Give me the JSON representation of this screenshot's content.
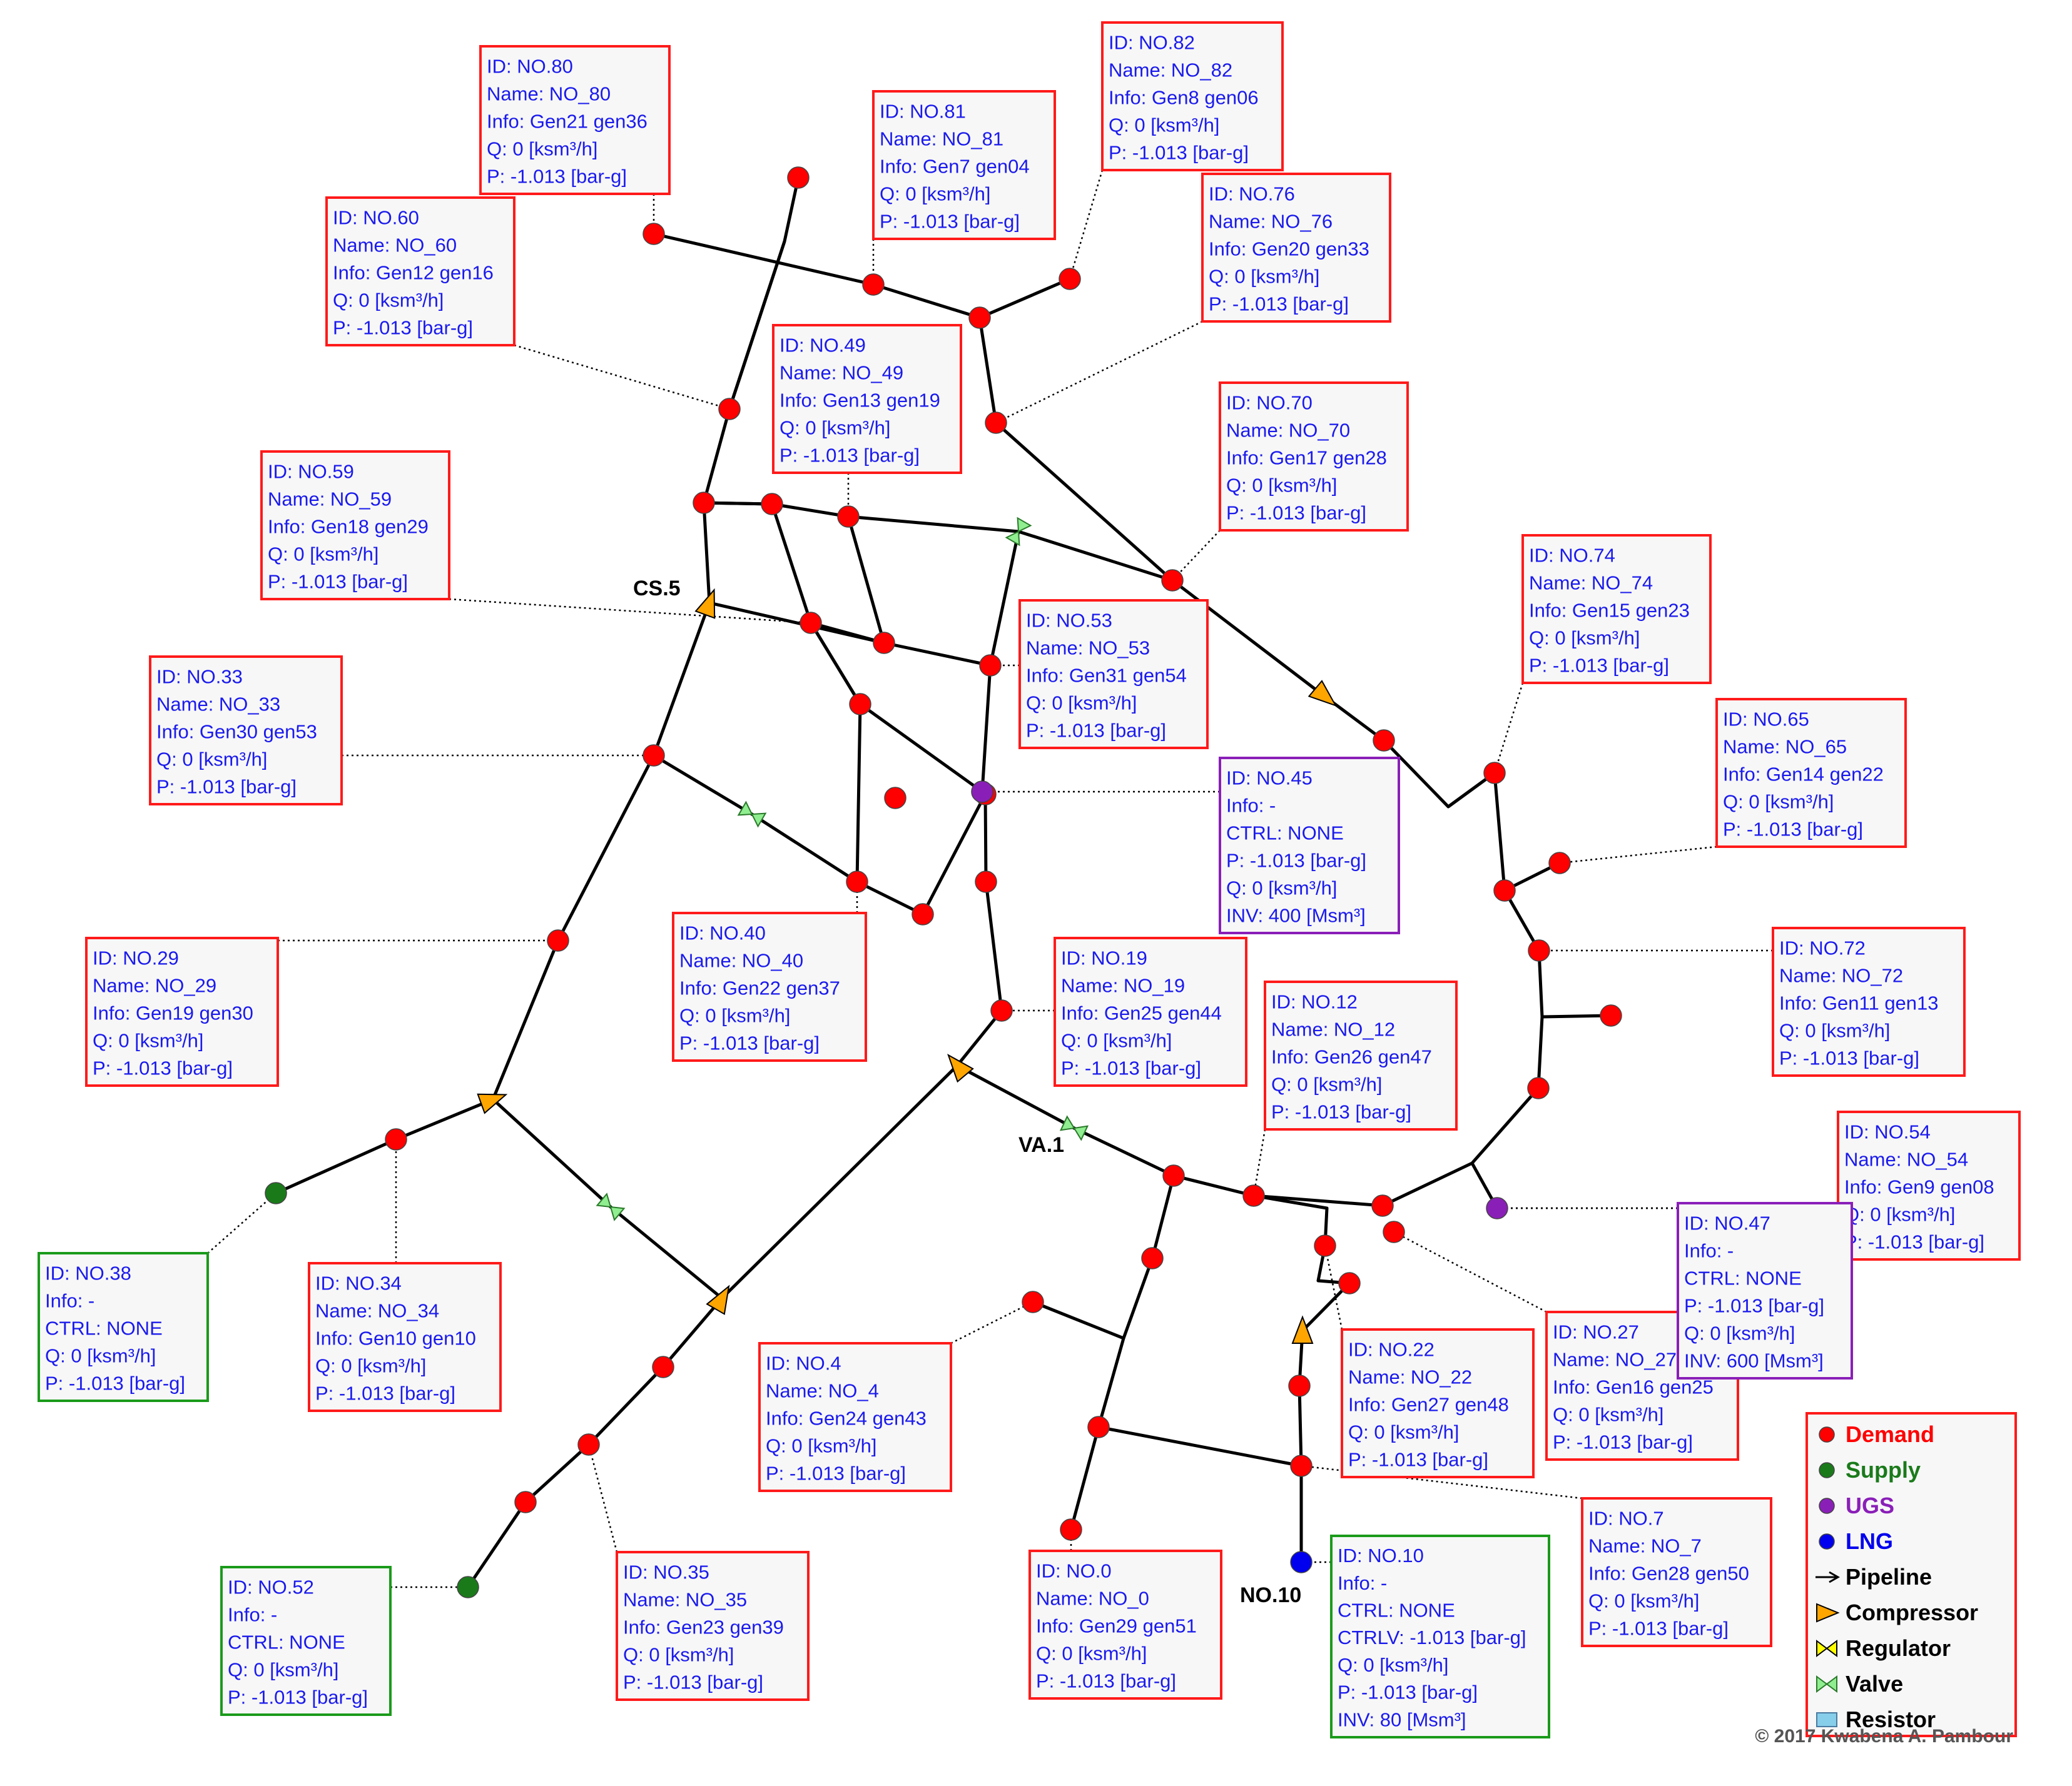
{
  "colors": {
    "demand": "#ff0000",
    "supply": "#1a7a1a",
    "ugs": "#8a1fb8",
    "lng": "#0000ee",
    "pipeline": "#000000",
    "compressor": "#ffa500",
    "regulator": "#ffff00",
    "valve": "#90ee90",
    "resistor": "#87ceeb",
    "label_text": "#1a1aee",
    "label_bg": "#f7f7f7"
  },
  "node_labels": [
    {
      "id": "cs5",
      "text": "CS.5"
    },
    {
      "id": "va1",
      "text": "VA.1"
    },
    {
      "id": "no10",
      "text": "NO.10"
    }
  ],
  "info_boxes": [
    {
      "id": "b80",
      "kind": "demand",
      "lines": [
        "ID: NO.80",
        "Name: NO_80",
        "Info: Gen21 gen36",
        "Q: 0 [ksm³/h]",
        "P: -1.013 [bar-g]"
      ]
    },
    {
      "id": "b81",
      "kind": "demand",
      "lines": [
        "ID: NO.81",
        "Name: NO_81",
        "Info: Gen7 gen04",
        "Q: 0 [ksm³/h]",
        "P: -1.013 [bar-g]"
      ]
    },
    {
      "id": "b82",
      "kind": "demand",
      "lines": [
        "ID: NO.82",
        "Name: NO_82",
        "Info: Gen8 gen06",
        "Q: 0 [ksm³/h]",
        "P: -1.013 [bar-g]"
      ]
    },
    {
      "id": "b60",
      "kind": "demand",
      "lines": [
        "ID: NO.60",
        "Name: NO_60",
        "Info: Gen12 gen16",
        "Q: 0 [ksm³/h]",
        "P: -1.013 [bar-g]"
      ]
    },
    {
      "id": "b76",
      "kind": "demand",
      "lines": [
        "ID: NO.76",
        "Name: NO_76",
        "Info: Gen20 gen33",
        "Q: 0 [ksm³/h]",
        "P: -1.013 [bar-g]"
      ]
    },
    {
      "id": "b49",
      "kind": "demand",
      "lines": [
        "ID: NO.49",
        "Name: NO_49",
        "Info: Gen13 gen19",
        "Q: 0 [ksm³/h]",
        "P: -1.013 [bar-g]"
      ]
    },
    {
      "id": "b70",
      "kind": "demand",
      "lines": [
        "ID: NO.70",
        "Name: NO_70",
        "Info: Gen17 gen28",
        "Q: 0 [ksm³/h]",
        "P: -1.013 [bar-g]"
      ]
    },
    {
      "id": "b59",
      "kind": "demand",
      "lines": [
        "ID: NO.59",
        "Name: NO_59",
        "Info: Gen18 gen29",
        "Q: 0 [ksm³/h]",
        "P: -1.013 [bar-g]"
      ]
    },
    {
      "id": "b74",
      "kind": "demand",
      "lines": [
        "ID: NO.74",
        "Name: NO_74",
        "Info: Gen15 gen23",
        "Q: 0 [ksm³/h]",
        "P: -1.013 [bar-g]"
      ]
    },
    {
      "id": "b53",
      "kind": "demand",
      "lines": [
        "ID: NO.53",
        "Name: NO_53",
        "Info: Gen31 gen54",
        "Q: 0 [ksm³/h]",
        "P: -1.013 [bar-g]"
      ]
    },
    {
      "id": "b33",
      "kind": "demand",
      "lines": [
        "ID: NO.33",
        "Name: NO_33",
        "Info: Gen30 gen53",
        "Q: 0 [ksm³/h]",
        "P: -1.013 [bar-g]"
      ]
    },
    {
      "id": "b65",
      "kind": "demand",
      "lines": [
        "ID: NO.65",
        "Name: NO_65",
        "Info: Gen14 gen22",
        "Q: 0 [ksm³/h]",
        "P: -1.013 [bar-g]"
      ]
    },
    {
      "id": "b45",
      "kind": "ugs",
      "lines": [
        "ID: NO.45",
        "Info: -",
        "CTRL: NONE",
        "P: -1.013 [bar-g]",
        "Q: 0 [ksm³/h]",
        "INV: 400 [Msm³]"
      ]
    },
    {
      "id": "b40",
      "kind": "demand",
      "lines": [
        "ID: NO.40",
        "Name: NO_40",
        "Info: Gen22 gen37",
        "Q: 0 [ksm³/h]",
        "P: -1.013 [bar-g]"
      ]
    },
    {
      "id": "b29",
      "kind": "demand",
      "lines": [
        "ID: NO.29",
        "Name: NO_29",
        "Info: Gen19 gen30",
        "Q: 0 [ksm³/h]",
        "P: -1.013 [bar-g]"
      ]
    },
    {
      "id": "b19",
      "kind": "demand",
      "lines": [
        "ID: NO.19",
        "Name: NO_19",
        "Info: Gen25 gen44",
        "Q: 0 [ksm³/h]",
        "P: -1.013 [bar-g]"
      ]
    },
    {
      "id": "b72",
      "kind": "demand",
      "lines": [
        "ID: NO.72",
        "Name: NO_72",
        "Info: Gen11 gen13",
        "Q: 0 [ksm³/h]",
        "P: -1.013 [bar-g]"
      ]
    },
    {
      "id": "b12",
      "kind": "demand",
      "lines": [
        "ID: NO.12",
        "Name: NO_12",
        "Info: Gen26 gen47",
        "Q: 0 [ksm³/h]",
        "P: -1.013 [bar-g]"
      ]
    },
    {
      "id": "b54",
      "kind": "demand",
      "lines": [
        "ID: NO.54",
        "Name: NO_54",
        "Info: Gen9 gen08",
        "Q: 0 [ksm³/h]",
        "P: -1.013 [bar-g]"
      ]
    },
    {
      "id": "b38",
      "kind": "supply",
      "lines": [
        "ID: NO.38",
        "Info: -",
        "CTRL: NONE",
        "Q: 0 [ksm³/h]",
        "P: -1.013 [bar-g]"
      ]
    },
    {
      "id": "b34",
      "kind": "demand",
      "lines": [
        "ID: NO.34",
        "Name: NO_34",
        "Info: Gen10 gen10",
        "Q: 0 [ksm³/h]",
        "P: -1.013 [bar-g]"
      ]
    },
    {
      "id": "b22",
      "kind": "demand",
      "lines": [
        "ID: NO.22",
        "Name: NO_22",
        "Info: Gen27 gen48",
        "Q: 0 [ksm³/h]",
        "P: -1.013 [bar-g]"
      ]
    },
    {
      "id": "b27",
      "kind": "demand",
      "lines": [
        "ID: NO.27",
        "Name: NO_27",
        "Info: Gen16 gen25",
        "Q: 0 [ksm³/h]",
        "P: -1.013 [bar-g]"
      ]
    },
    {
      "id": "b47",
      "kind": "ugs",
      "lines": [
        "ID: NO.47",
        "Info: -",
        "CTRL: NONE",
        "P: -1.013 [bar-g]",
        "Q: 0 [ksm³/h]",
        "INV: 600 [Msm³]"
      ]
    },
    {
      "id": "b4",
      "kind": "demand",
      "lines": [
        "ID: NO.4",
        "Name: NO_4",
        "Info: Gen24 gen43",
        "Q: 0 [ksm³/h]",
        "P: -1.013 [bar-g]"
      ]
    },
    {
      "id": "b7",
      "kind": "demand",
      "lines": [
        "ID: NO.7",
        "Name: NO_7",
        "Info: Gen28 gen50",
        "Q: 0 [ksm³/h]",
        "P: -1.013 [bar-g]"
      ]
    },
    {
      "id": "b0",
      "kind": "demand",
      "lines": [
        "ID: NO.0",
        "Name: NO_0",
        "Info: Gen29 gen51",
        "Q: 0 [ksm³/h]",
        "P: -1.013 [bar-g]"
      ]
    },
    {
      "id": "b10",
      "kind": "supply",
      "lines": [
        "ID: NO.10",
        "Info: -",
        "CTRL: NONE",
        "CTRLV: -1.013 [bar-g]",
        "Q: 0 [ksm³/h]",
        "P: -1.013 [bar-g]",
        "INV: 80 [Msm³]"
      ]
    },
    {
      "id": "b35",
      "kind": "demand",
      "lines": [
        "ID: NO.35",
        "Name: NO_35",
        "Info: Gen23 gen39",
        "Q: 0 [ksm³/h]",
        "P: -1.013 [bar-g]"
      ]
    },
    {
      "id": "b52",
      "kind": "supply",
      "lines": [
        "ID: NO.52",
        "Info: -",
        "CTRL: NONE",
        "Q: 0 [ksm³/h]",
        "P: -1.013 [bar-g]"
      ]
    }
  ],
  "legend": {
    "items": [
      {
        "key": "demand",
        "label": "Demand"
      },
      {
        "key": "supply",
        "label": "Supply"
      },
      {
        "key": "ugs",
        "label": "UGS"
      },
      {
        "key": "lng",
        "label": "LNG"
      },
      {
        "key": "pipeline",
        "label": "Pipeline"
      },
      {
        "key": "compressor",
        "label": "Compressor"
      },
      {
        "key": "regulator",
        "label": "Regulator"
      },
      {
        "key": "valve",
        "label": "Valve"
      },
      {
        "key": "resistor",
        "label": "Resistor"
      }
    ]
  },
  "copyright": "© 2017 Kwabena A. Pambour"
}
